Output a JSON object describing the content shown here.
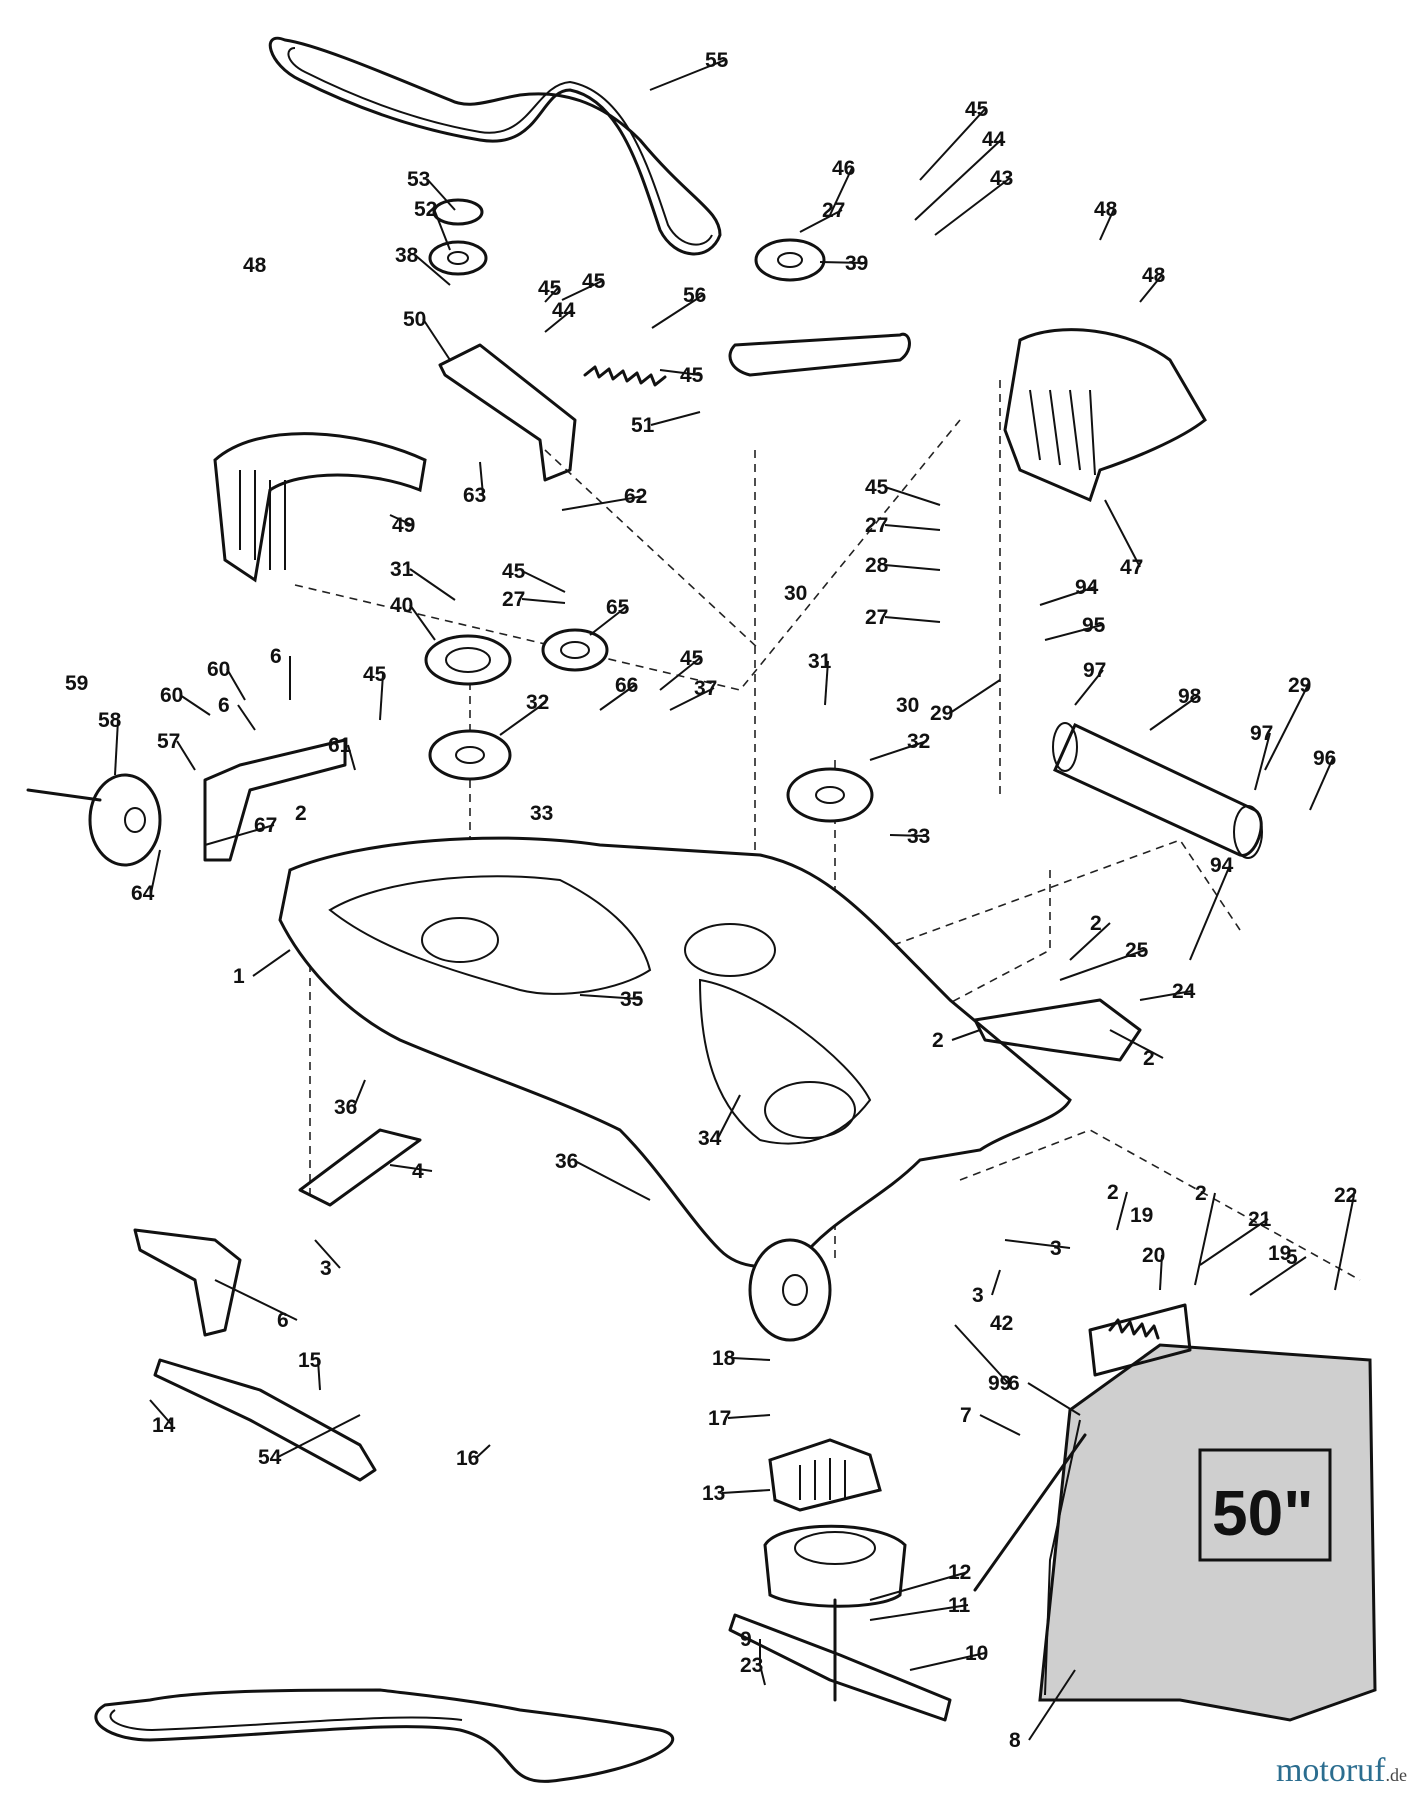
{
  "diagram": {
    "deck_size_badge": "50\"",
    "watermark": {
      "name": "motoruf",
      "suffix": ".de"
    },
    "callouts": [
      "55",
      "45",
      "44",
      "43",
      "46",
      "27",
      "39",
      "45",
      "53",
      "52",
      "38",
      "45",
      "44",
      "56",
      "50",
      "45",
      "51",
      "48",
      "48",
      "48",
      "63",
      "62",
      "49",
      "47",
      "45",
      "27",
      "28",
      "27",
      "31",
      "45",
      "27",
      "65",
      "40",
      "30",
      "94",
      "95",
      "29",
      "97",
      "98",
      "29",
      "97",
      "96",
      "60",
      "6",
      "60",
      "6",
      "45",
      "59",
      "58",
      "57",
      "61",
      "32",
      "66",
      "37",
      "45",
      "31",
      "30",
      "32",
      "33",
      "33",
      "2",
      "67",
      "64",
      "1",
      "35",
      "94",
      "2",
      "25",
      "24",
      "2",
      "2",
      "36",
      "34",
      "4",
      "36",
      "3",
      "3",
      "3",
      "42",
      "99",
      "2",
      "19",
      "20",
      "2",
      "21",
      "22",
      "19",
      "5",
      "6",
      "15",
      "14",
      "18",
      "17",
      "6",
      "7",
      "54",
      "16",
      "13",
      "12",
      "11",
      "10",
      "9",
      "23",
      "8"
    ]
  }
}
